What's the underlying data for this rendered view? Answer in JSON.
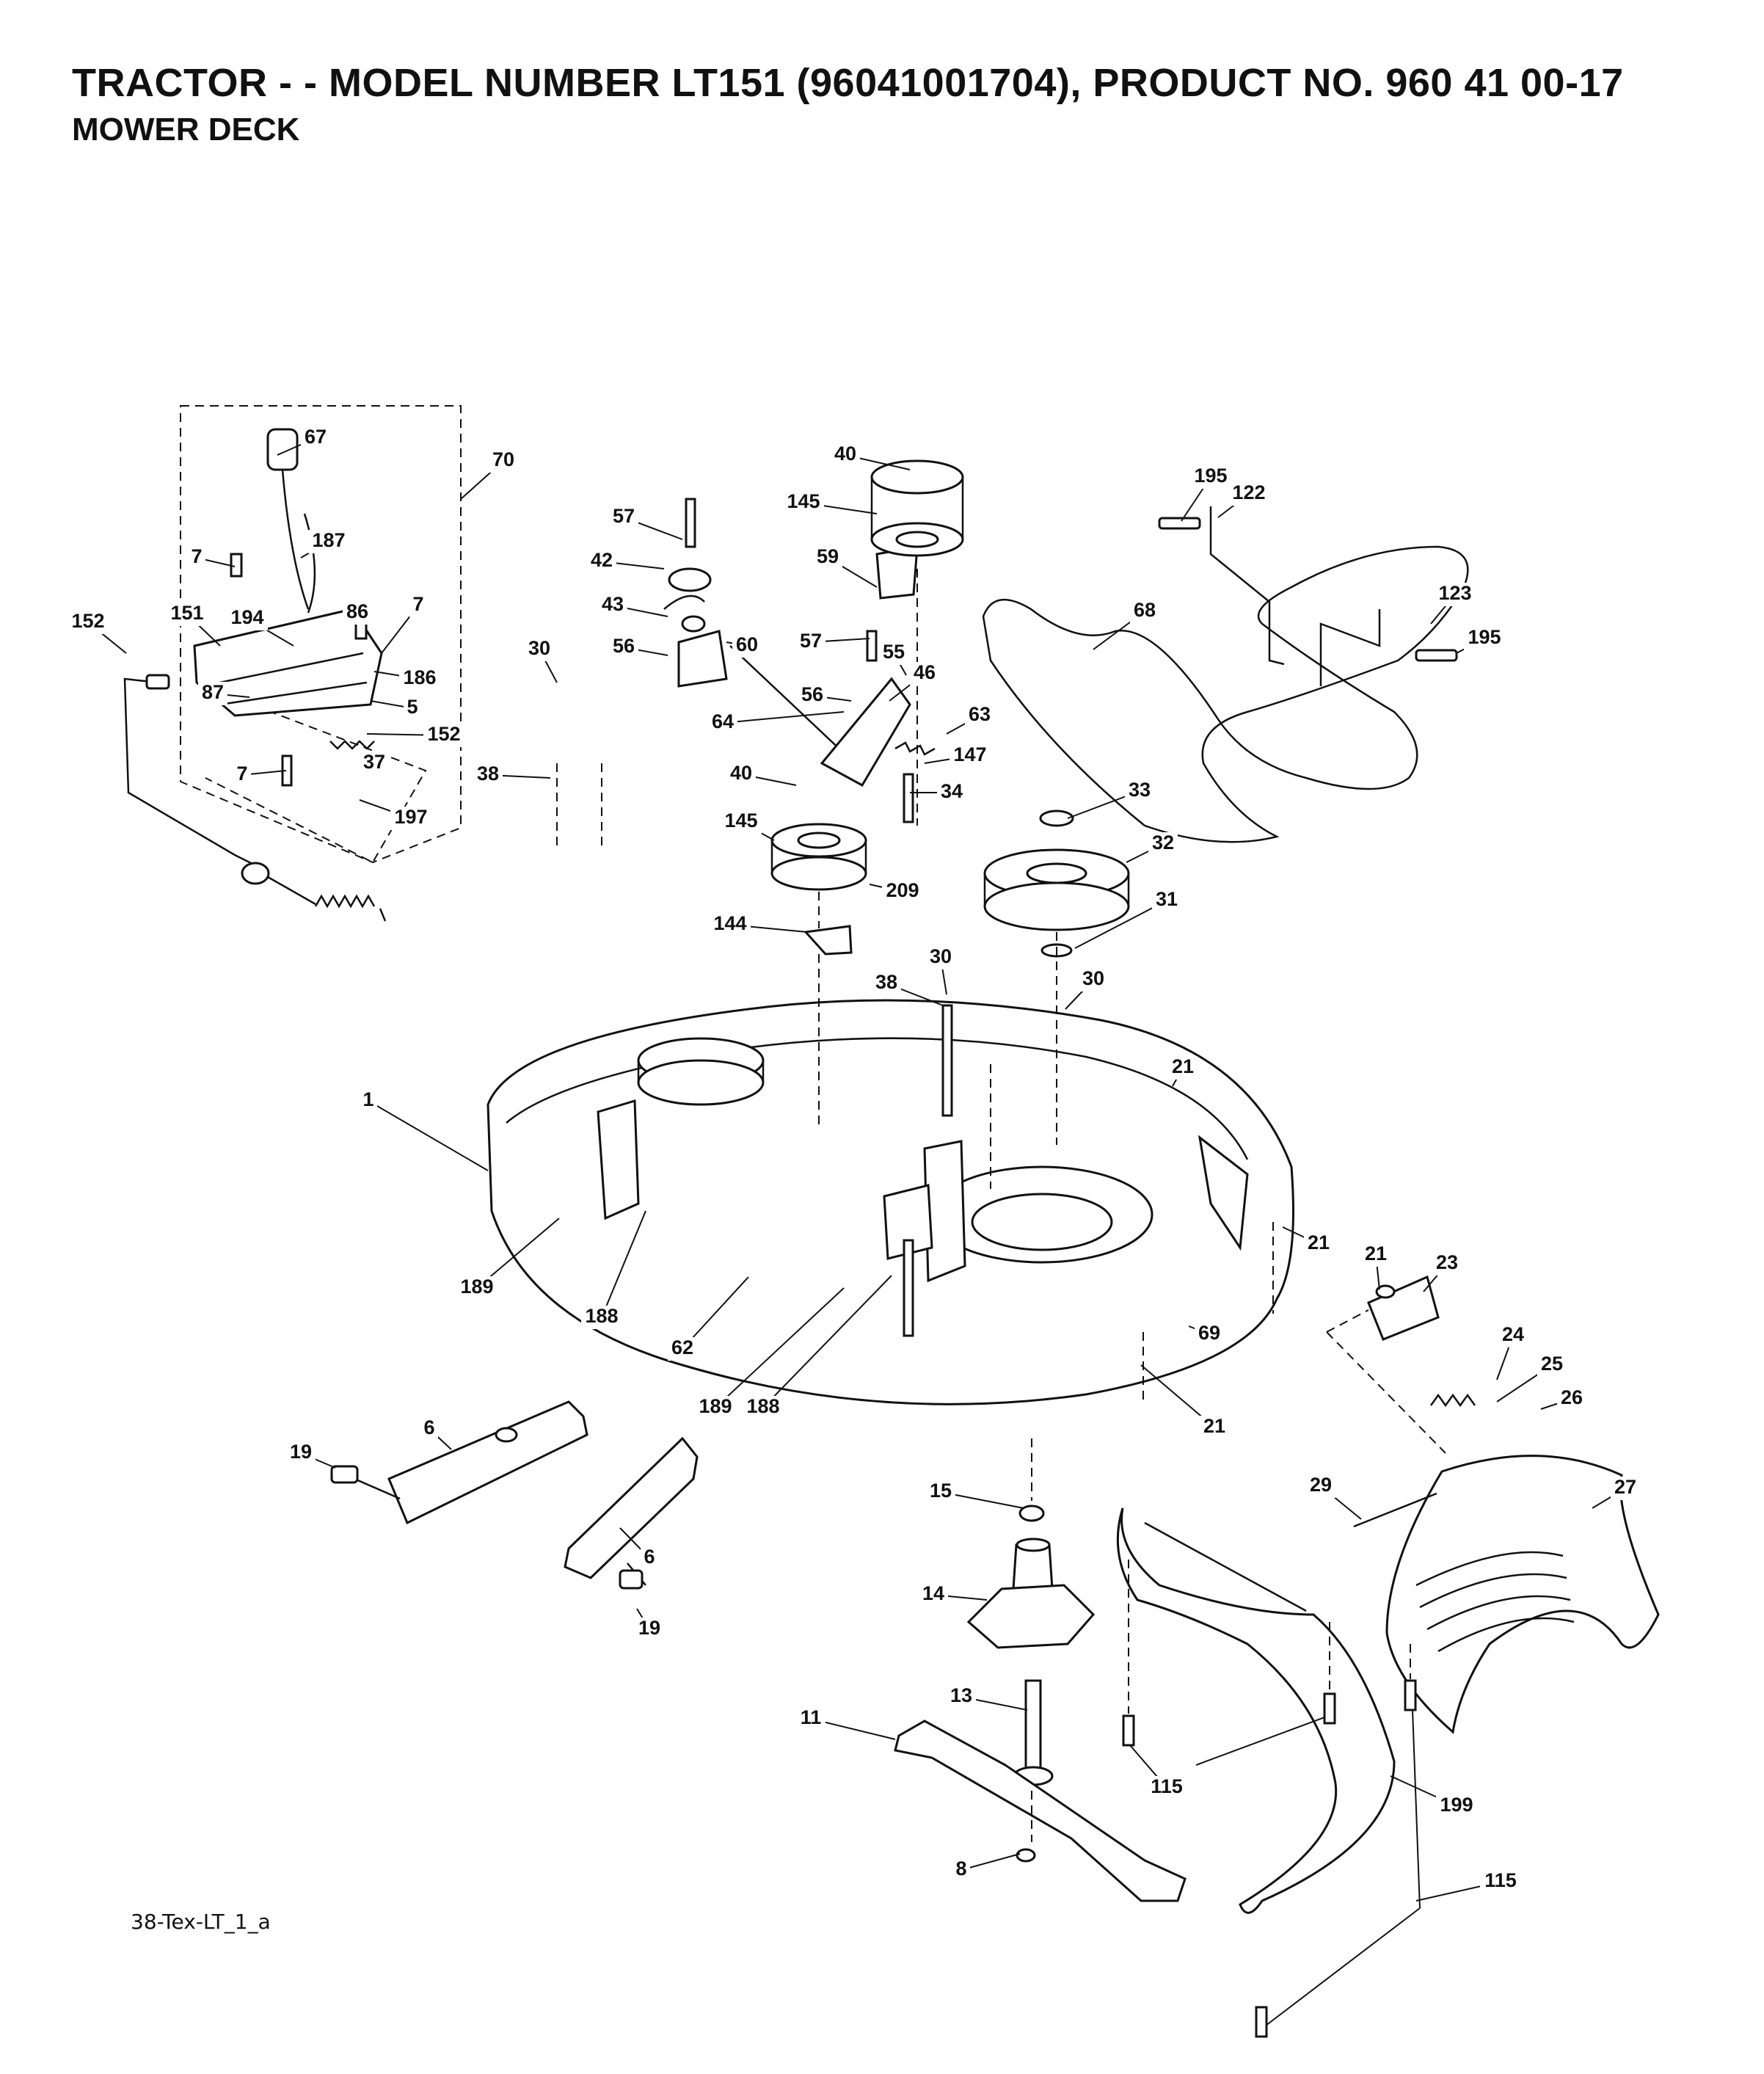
{
  "header": {
    "title": "TRACTOR - - MODEL NUMBER LT151 (96041001704), PRODUCT NO. 960 41 00-17",
    "subtitle": "MOWER DECK"
  },
  "footer": {
    "code": "38-Tex-LT_1_a"
  },
  "callouts": [
    {
      "label": "67"
    },
    {
      "label": "70"
    },
    {
      "label": "187"
    },
    {
      "label": "7"
    },
    {
      "label": "86"
    },
    {
      "label": "152"
    },
    {
      "label": "151"
    },
    {
      "label": "194"
    },
    {
      "label": "7"
    },
    {
      "label": "87"
    },
    {
      "label": "186"
    },
    {
      "label": "5"
    },
    {
      "label": "152"
    },
    {
      "label": "37"
    },
    {
      "label": "7"
    },
    {
      "label": "197"
    },
    {
      "label": "30"
    },
    {
      "label": "38"
    },
    {
      "label": "57"
    },
    {
      "label": "42"
    },
    {
      "label": "43"
    },
    {
      "label": "56"
    },
    {
      "label": "60"
    },
    {
      "label": "64"
    },
    {
      "label": "40"
    },
    {
      "label": "145"
    },
    {
      "label": "59"
    },
    {
      "label": "57"
    },
    {
      "label": "55"
    },
    {
      "label": "46"
    },
    {
      "label": "56"
    },
    {
      "label": "63"
    },
    {
      "label": "147"
    },
    {
      "label": "40"
    },
    {
      "label": "34"
    },
    {
      "label": "145"
    },
    {
      "label": "209"
    },
    {
      "label": "144"
    },
    {
      "label": "195"
    },
    {
      "label": "122"
    },
    {
      "label": "68"
    },
    {
      "label": "123"
    },
    {
      "label": "195"
    },
    {
      "label": "33"
    },
    {
      "label": "32"
    },
    {
      "label": "31"
    },
    {
      "label": "30"
    },
    {
      "label": "38"
    },
    {
      "label": "30"
    },
    {
      "label": "21"
    },
    {
      "label": "1"
    },
    {
      "label": "21"
    },
    {
      "label": "21"
    },
    {
      "label": "23"
    },
    {
      "label": "189"
    },
    {
      "label": "188"
    },
    {
      "label": "62"
    },
    {
      "label": "189"
    },
    {
      "label": "188"
    },
    {
      "label": "69"
    },
    {
      "label": "24"
    },
    {
      "label": "25"
    },
    {
      "label": "21"
    },
    {
      "label": "26"
    },
    {
      "label": "6"
    },
    {
      "label": "19"
    },
    {
      "label": "6"
    },
    {
      "label": "19"
    },
    {
      "label": "15"
    },
    {
      "label": "29"
    },
    {
      "label": "27"
    },
    {
      "label": "14"
    },
    {
      "label": "13"
    },
    {
      "label": "11"
    },
    {
      "label": "115"
    },
    {
      "label": "199"
    },
    {
      "label": "8"
    },
    {
      "label": "115"
    }
  ]
}
